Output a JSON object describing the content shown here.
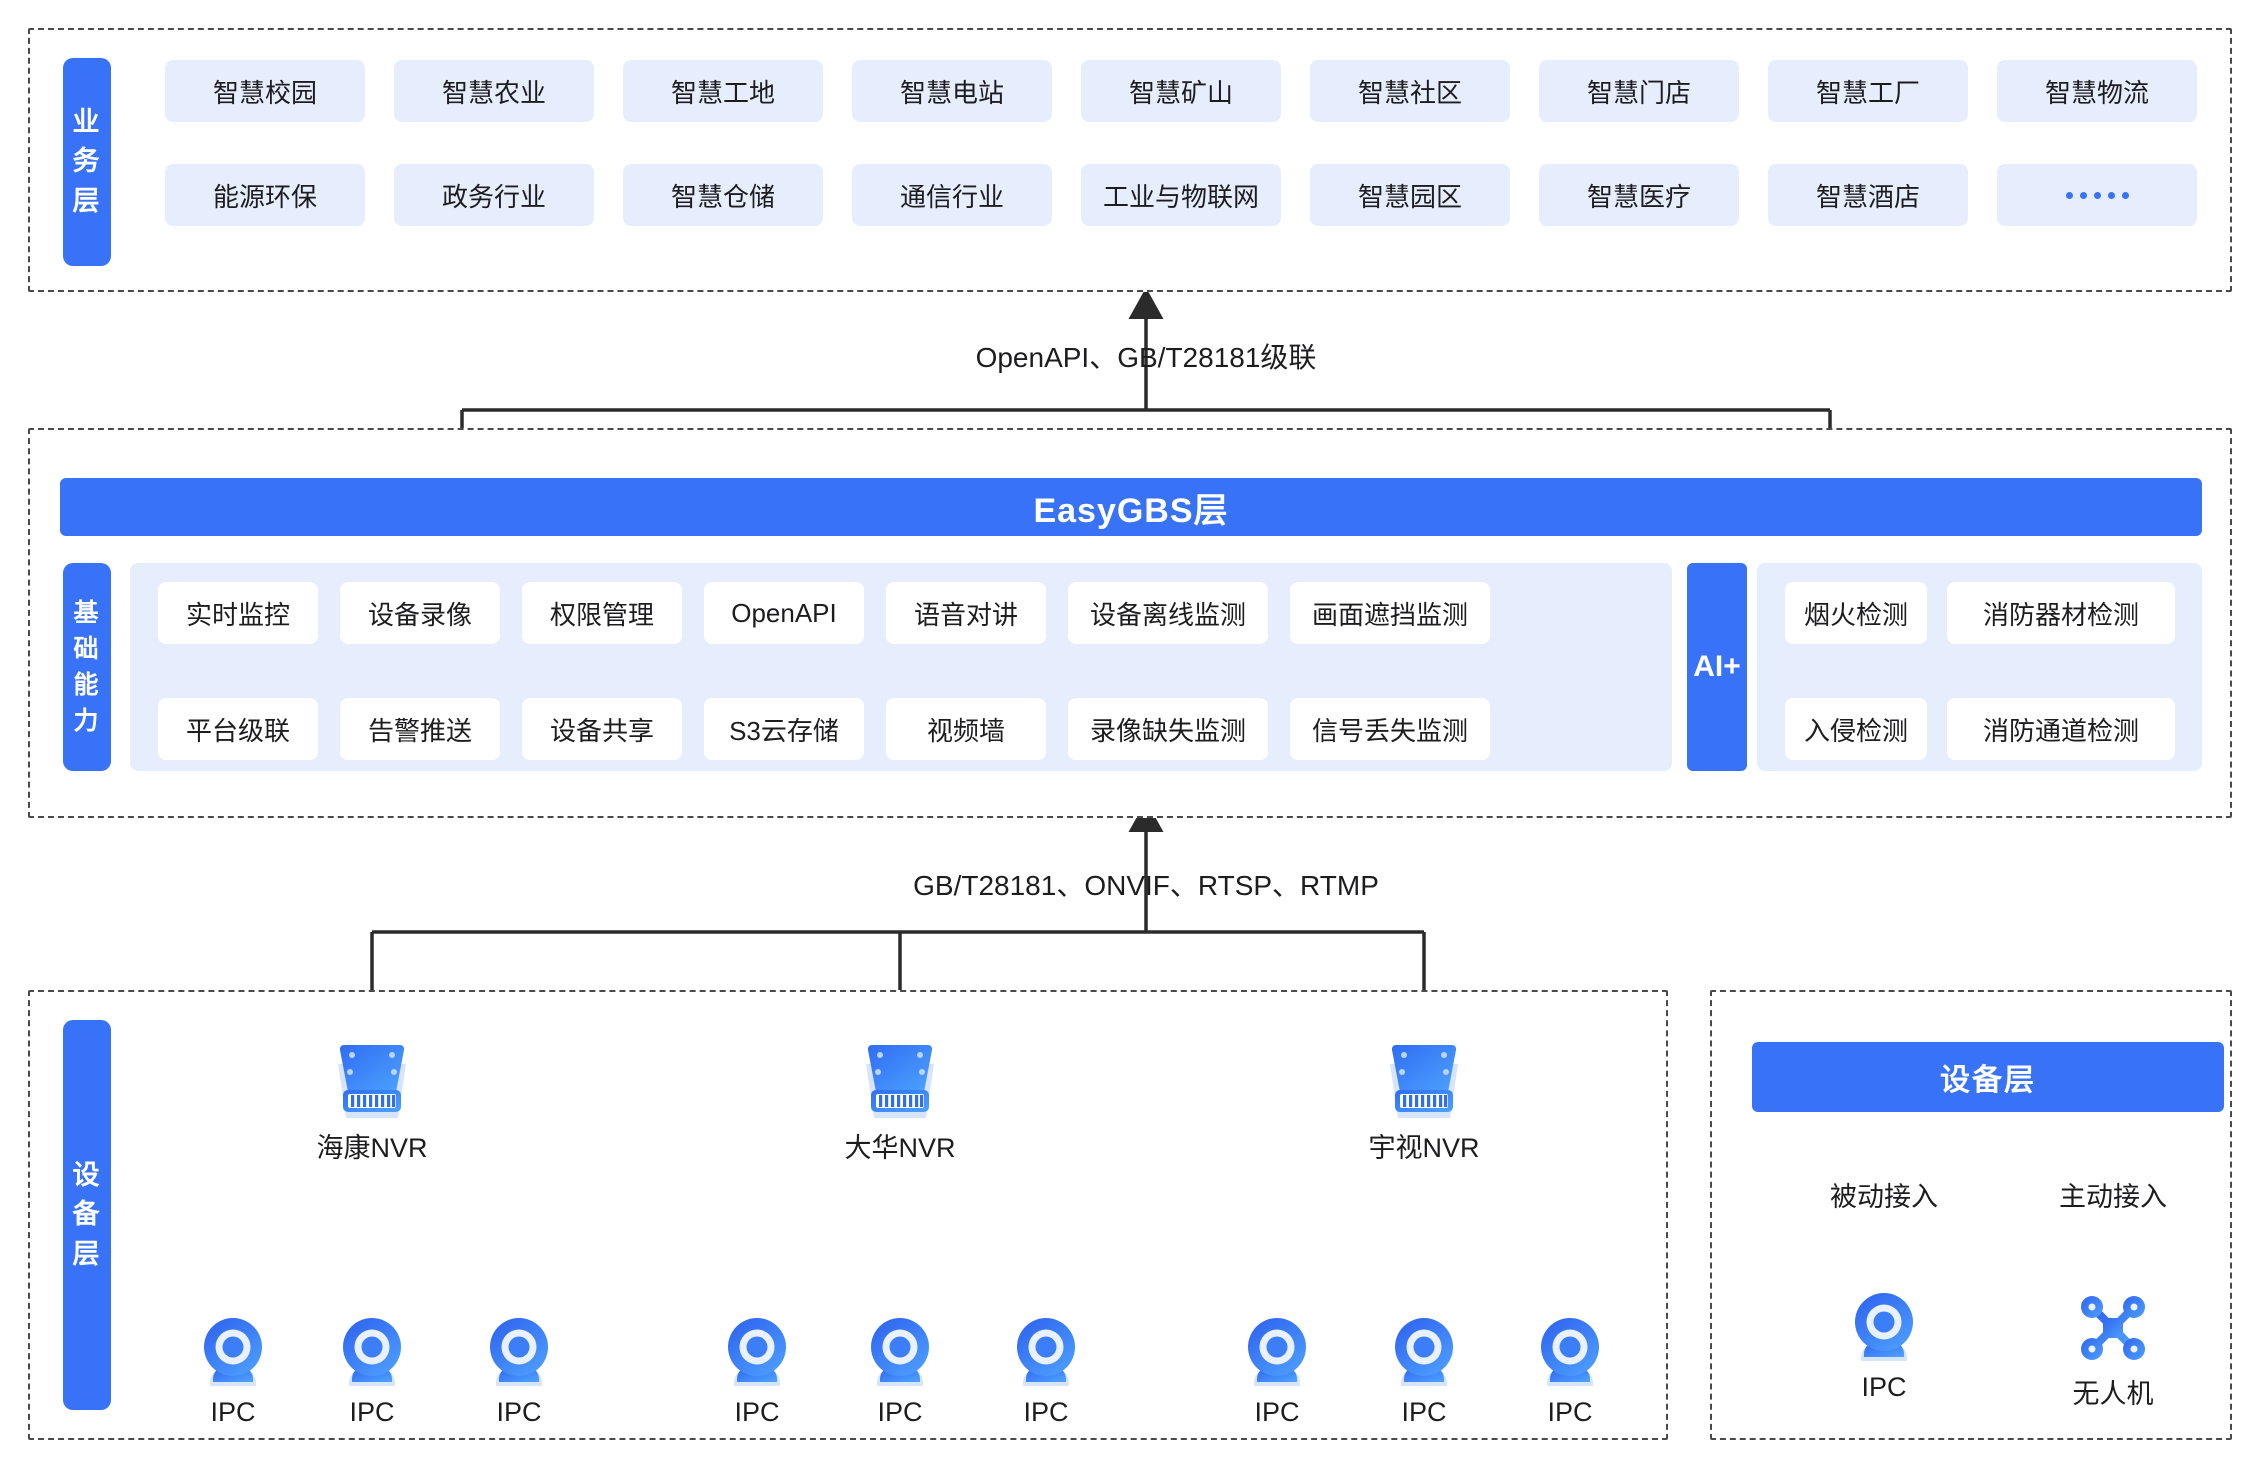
{
  "business_layer": {
    "tab_label": "业务层",
    "row1": [
      "智慧校园",
      "智慧农业",
      "智慧工地",
      "智慧电站",
      "智慧矿山",
      "智慧社区",
      "智慧门店",
      "智慧工厂",
      "智慧物流"
    ],
    "row2": [
      "能源环保",
      "政务行业",
      "智慧仓储",
      "通信行业",
      "工业与物联网",
      "智慧园区",
      "智慧医疗",
      "智慧酒店",
      "……"
    ]
  },
  "connector_top": "OpenAPI、GB/T28181级联",
  "connector_bottom": "GB/T28181、ONVIF、RTSP、RTMP",
  "platform_layer": {
    "gbs_bar_label": "EasyGBS层",
    "tab_label": "基础能力",
    "row1": [
      "实时监控",
      "设备录像",
      "权限管理",
      "OpenAPI",
      "语音对讲",
      "设备离线监测",
      "画面遮挡监测"
    ],
    "row2": [
      "平台级联",
      "告警推送",
      "设备共享",
      "S3云存储",
      "视频墙",
      "录像缺失监测",
      "信号丢失监测"
    ],
    "ai": {
      "tab_label": "AI+",
      "row1": [
        "烟火检测",
        "消防器材检测"
      ],
      "row2": [
        "入侵检测",
        "消防通道检测"
      ]
    }
  },
  "device_layer_left": {
    "tab_label": "设备层",
    "groups": [
      {
        "nvr_label": "海康NVR",
        "children": [
          "IPC",
          "IPC",
          "IPC"
        ]
      },
      {
        "nvr_label": "大华NVR",
        "children": [
          "IPC",
          "IPC",
          "IPC"
        ]
      },
      {
        "nvr_label": "宇视NVR",
        "children": [
          "IPC",
          "IPC",
          "IPC"
        ]
      }
    ]
  },
  "device_layer_right": {
    "bar_label": "设备层",
    "branches": [
      {
        "access_label": "被动接入",
        "device_label": "IPC",
        "icon": "ipc-camera-icon"
      },
      {
        "access_label": "主动接入",
        "device_label": "无人机",
        "icon": "drone-icon"
      }
    ]
  },
  "colors": {
    "brand_blue": "#3872f6",
    "chip_bg": "#e6edfd",
    "line": "#2b2b2b",
    "text": "#1d1d1f"
  }
}
